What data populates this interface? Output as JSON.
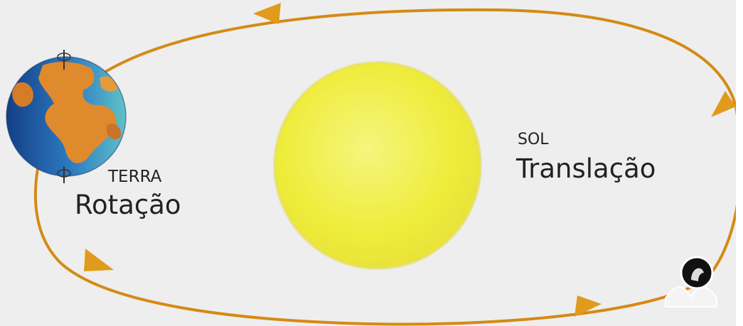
{
  "labels": {
    "earth_name": "TERRA",
    "earth_motion": "Rotação",
    "sun_name": "SOL",
    "sun_motion": "Translação"
  },
  "colors": {
    "background": "#eeeeee",
    "orbit": "#d48a14",
    "sun": "#f1f04a",
    "earth_ocean": "#1f5fae",
    "earth_land": "#e08a2e",
    "label_text": "#222222"
  },
  "icons": {
    "rotation_axis": "spin-arrow-icon",
    "logo": "reader-logo-icon"
  }
}
